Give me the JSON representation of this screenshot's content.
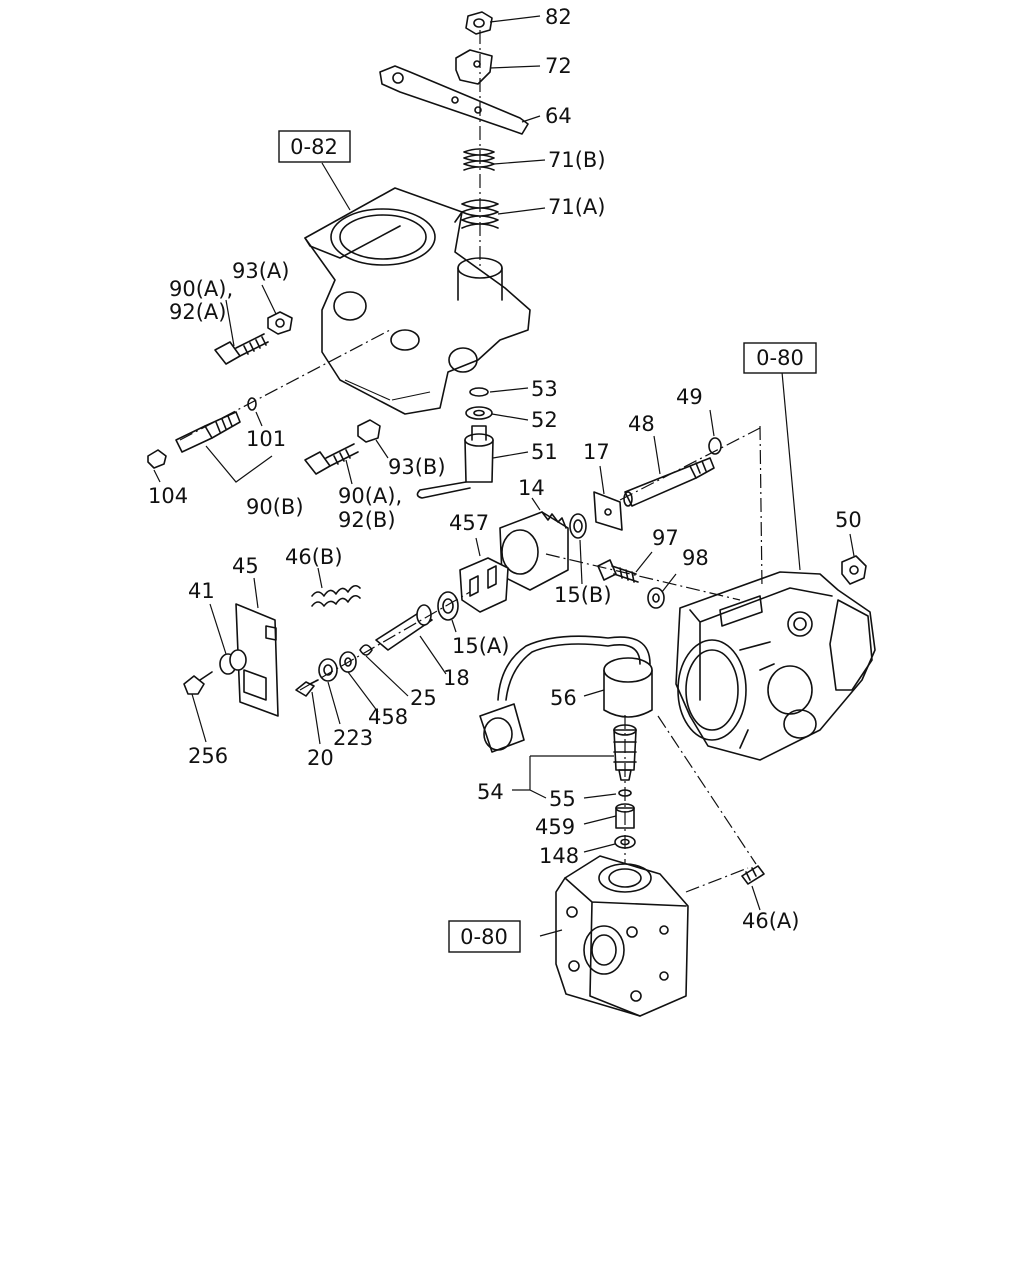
{
  "ref_boxes": [
    "0-82",
    "0-80",
    "0-80"
  ],
  "labels": {
    "p82": "82",
    "p72": "72",
    "p64": "64",
    "p71b": "71(B)",
    "p71a": "71(A)",
    "p93a": "93(A)",
    "p90a_92a_1": "90(A),",
    "p90a_92a_2": "92(A)",
    "p53": "53",
    "p52": "52",
    "p51": "51",
    "p101": "101",
    "p104": "104",
    "p90b": "90(B)",
    "p93b": "93(B)",
    "p90a_92b_1": "90(A),",
    "p90a_92b_2": "92(B)",
    "p49": "49",
    "p48": "48",
    "p17": "17",
    "p14": "14",
    "p457": "457",
    "p50": "50",
    "p97": "97",
    "p98": "98",
    "p15b": "15(B)",
    "p15a": "15(A)",
    "p46b": "46(B)",
    "p45": "45",
    "p41": "41",
    "p18": "18",
    "p25": "25",
    "p458": "458",
    "p223": "223",
    "p20": "20",
    "p256": "256",
    "p56": "56",
    "p54": "54",
    "p55": "55",
    "p459": "459",
    "p148": "148",
    "p46a": "46(A)"
  }
}
